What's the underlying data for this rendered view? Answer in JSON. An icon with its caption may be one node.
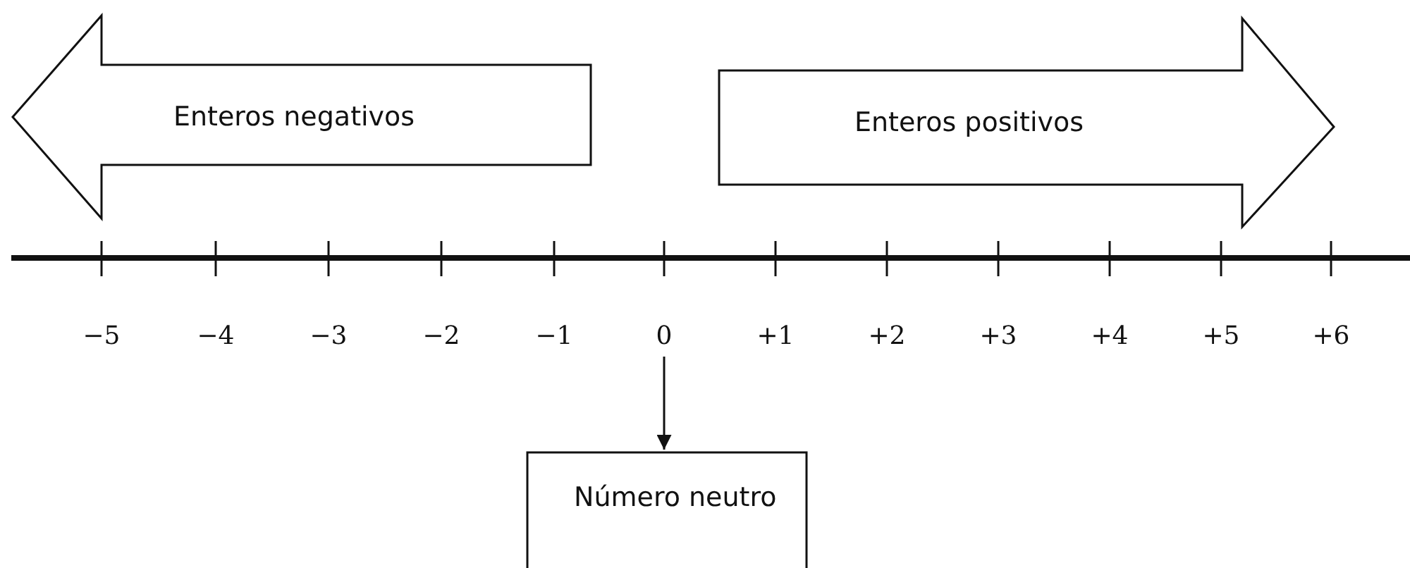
{
  "diagram": {
    "nodes": [
      {
        "text": [
          "Enteros negativos"
        ]
      },
      {
        "text": [
          "Enteros positivos"
        ]
      },
      {
        "text": [
          "0"
        ]
      },
      {
        "text": [
          "Número neutro"
        ]
      }
    ],
    "edges": [
      {
        "from": 2,
        "to": 3,
        "arrow": "to"
      }
    ],
    "labels": [
      "−5",
      "−4",
      "−3",
      "−2",
      "−1",
      "+1",
      "+2",
      "+3",
      "+4",
      "+5",
      "+6"
    ]
  }
}
